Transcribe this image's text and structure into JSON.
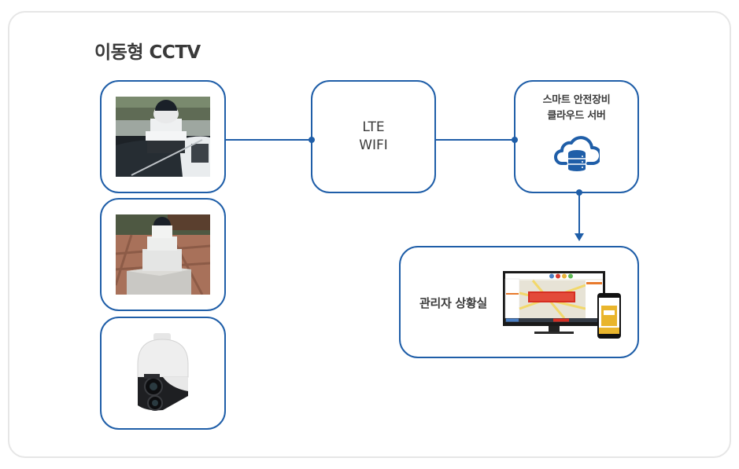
{
  "title": "이동형 CCTV",
  "cameras": [
    {
      "label": "vehicle-mounted-cctv-photo"
    },
    {
      "label": "pedestal-mounted-cctv-photo"
    },
    {
      "label": "ptz-dome-camera-photo"
    }
  ],
  "network": {
    "lines": [
      "LTE",
      "WIFI"
    ]
  },
  "server": {
    "lines": [
      "스마트 안전장비",
      "클라우드 서버"
    ],
    "icon": "cloud-database-icon"
  },
  "control_room": {
    "label": "관리자 상황실",
    "devices": [
      "monitor",
      "smartphone"
    ]
  },
  "colors": {
    "accent": "#1f5ea8",
    "frame_border": "#e6e6e6",
    "text": "#3a3a3a"
  }
}
